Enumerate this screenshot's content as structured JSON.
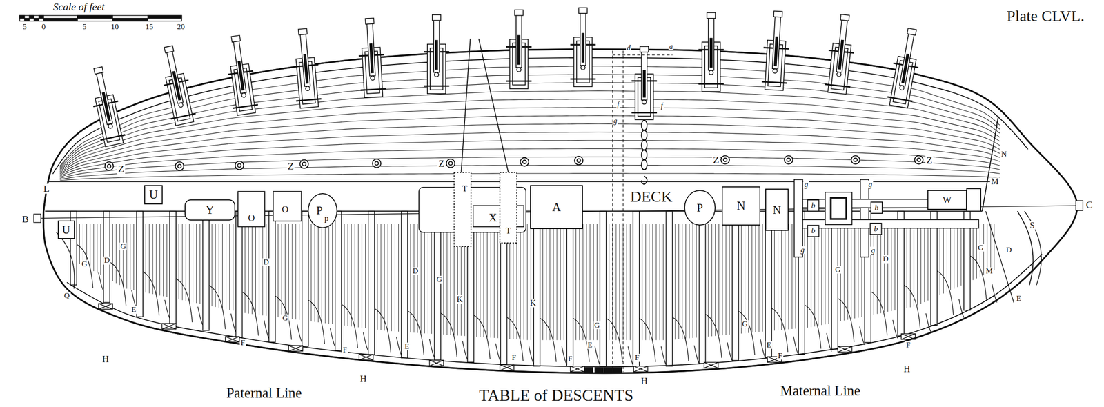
{
  "diagram": {
    "caption": "TABLE of DESCENTS",
    "nodes": [
      {
        "text": [
          "U"
        ]
      },
      {
        "text": [
          "U"
        ]
      },
      {
        "text": [
          "Y"
        ]
      },
      {
        "text": [
          "P",
          "p"
        ]
      },
      {
        "text": [
          "A"
        ]
      },
      {
        "text": [
          "P"
        ]
      },
      {
        "text": [
          "N"
        ]
      },
      {
        "text": [
          "N"
        ]
      },
      {
        "text": [
          "W"
        ]
      }
    ],
    "labels": [
      "Scale of feet",
      "5",
      "0",
      "5",
      "10",
      "15",
      "20",
      "Plate CLVL.",
      "Z",
      "Z",
      "Z",
      "Z",
      "Z",
      "L",
      "B",
      "C",
      "N",
      "M",
      "S",
      "D",
      "M",
      "E",
      "G",
      "O",
      "O",
      "T",
      "X",
      "T",
      "DECK",
      "b",
      "b",
      "b",
      "b",
      "g",
      "g",
      "g",
      "g",
      "d",
      "a",
      "f",
      "f",
      "g",
      "D",
      "G",
      "G",
      "Q",
      "E",
      "H",
      "D",
      "G",
      "F",
      "F",
      "E",
      "G",
      "D",
      "K",
      "K",
      "H",
      "F",
      "F",
      "E",
      "G",
      "F",
      "H",
      "G",
      "E",
      "F",
      "G",
      "D",
      "F",
      "H",
      "Paternal Line",
      "Maternal Line"
    ]
  }
}
